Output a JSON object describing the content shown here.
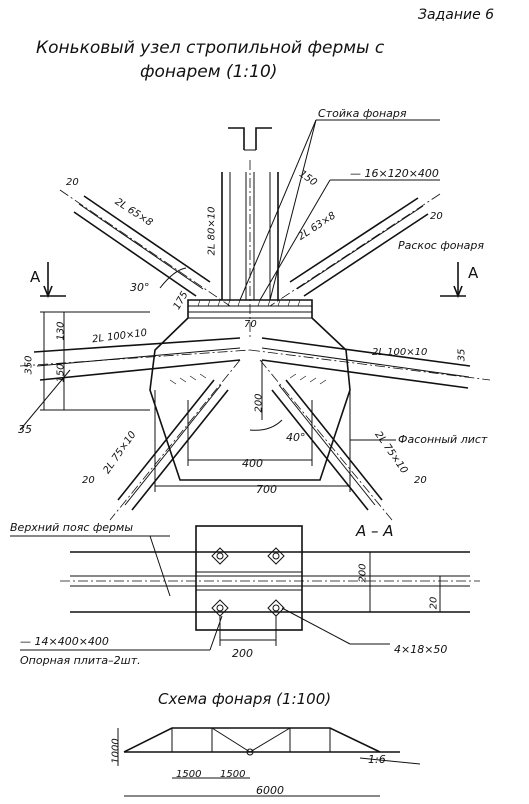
{
  "header": {
    "task": "Задание 6"
  },
  "title": {
    "line1": "Коньковый узел стропильной фермы с",
    "line2": "фонарем (1:10)"
  },
  "labels": {
    "stoika": "Стойка фонаря",
    "plate_16": "— 16×120×400",
    "raskos": "Раскос фонаря",
    "angle_left_top": "2L 65×8",
    "angle_right_top": "2L 63×8",
    "angle_post": "2L 80×10",
    "angle_chord_left": "2L 100×10",
    "angle_chord_right": "2L 100×10",
    "angle_brace_left": "2L 75×10",
    "angle_brace_right": "2L 75×10",
    "fason": "Фасонный лист",
    "upper_chord": "Верхний пояс фермы",
    "section": "А – А",
    "plate_14": "— 14×400×400",
    "support_plate": "Опорная плита–2шт.",
    "holes": "4×18×50",
    "scheme": "Схема фонаря (1:100)",
    "cut_left": "А",
    "cut_right": "А"
  },
  "dims": {
    "d20_tl": "20",
    "d150": "150",
    "d20_tr": "20",
    "d30deg": "30°",
    "d175": "175",
    "d130": "130",
    "d350": "350",
    "d150v": "150",
    "d70": "70",
    "d35r": "35",
    "d35": "35",
    "d200v": "200",
    "d40deg": "40°",
    "d400": "400",
    "d700": "700",
    "d20_bl": "20",
    "d20_br": "20",
    "s200v": "200",
    "s20": "20",
    "s200": "200",
    "sc1000": "1000",
    "sc1500a": "1500",
    "sc1500b": "1500",
    "sc6000": "6000",
    "slope": "1:6"
  }
}
